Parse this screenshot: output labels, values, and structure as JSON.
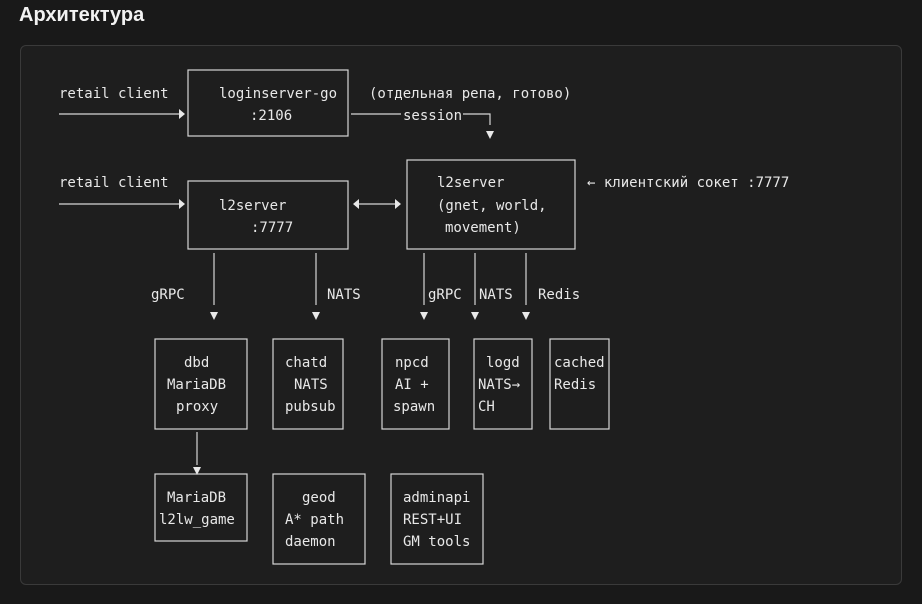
{
  "page": {
    "title": "Архитектура"
  },
  "diagram": {
    "left_labels": {
      "retail_client_1": "retail client",
      "retail_client_2": "retail client"
    },
    "loginserver": {
      "name": "loginserver-go",
      "port": ":2106"
    },
    "loginserver_note": "(отдельная репа, готово)",
    "session_label": "session",
    "l2server_left": {
      "name": "l2server",
      "port": ":7777"
    },
    "l2server_right": {
      "line1": "l2server",
      "line2": "(gnet, world,",
      "line3": "movement)"
    },
    "socket_note": "← клиентский сокет :7777",
    "edge_labels": {
      "grpc_left": "gRPC",
      "nats_left": "NATS",
      "grpc_right": "gRPC",
      "nats_right": "NATS",
      "redis": "Redis"
    },
    "services": {
      "dbd": [
        "dbd",
        "MariaDB",
        "proxy"
      ],
      "chatd": [
        "chatd",
        "NATS",
        "pubsub"
      ],
      "npcd": [
        "npcd",
        "AI +",
        "spawn"
      ],
      "logd": [
        "logd",
        "NATS→",
        "CH"
      ],
      "cached": [
        "cached",
        "Redis"
      ],
      "mariadb": [
        "MariaDB",
        "l2lw_game"
      ],
      "geod": [
        "geod",
        "A* path",
        "daemon"
      ],
      "adminapi": [
        "adminapi",
        "REST+UI",
        "GM tools"
      ]
    }
  }
}
